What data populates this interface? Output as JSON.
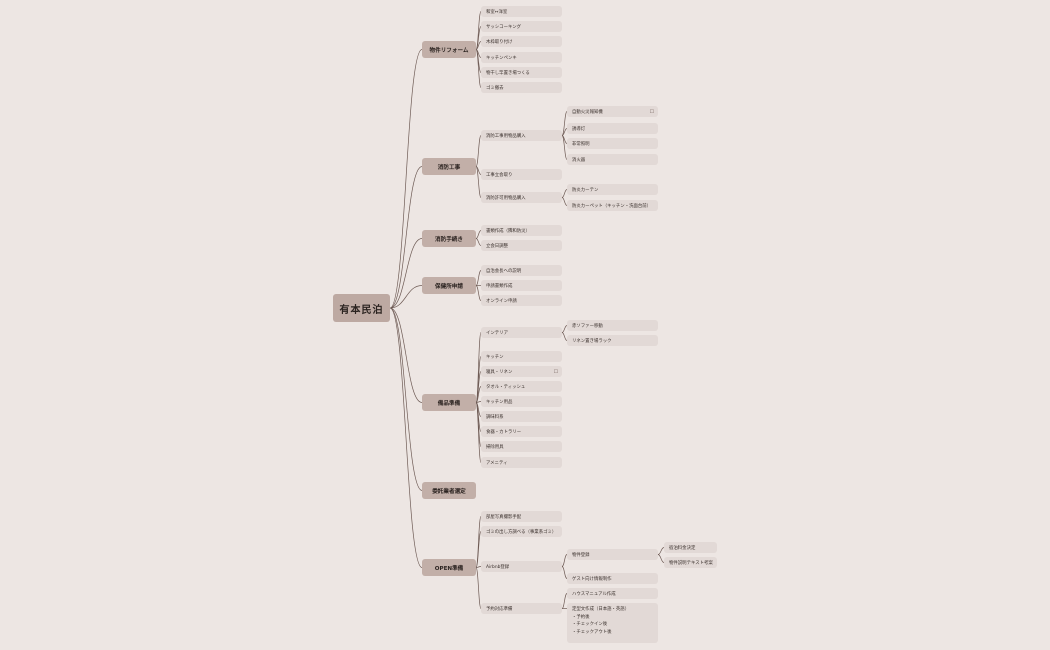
{
  "root": "有本民泊",
  "categories": [
    {
      "id": "c1",
      "label": "物件リフォーム"
    },
    {
      "id": "c2",
      "label": "消防工事"
    },
    {
      "id": "c3",
      "label": "消防手続き"
    },
    {
      "id": "c4",
      "label": "保健所申請"
    },
    {
      "id": "c5",
      "label": "備品準備"
    },
    {
      "id": "c6",
      "label": "委託業者選定"
    },
    {
      "id": "c7",
      "label": "OPEN準備"
    }
  ],
  "items": {
    "c1": [
      "和室↔洋室",
      "サッシコーキング",
      "木枠取り付け",
      "キッチンペンキ",
      "物干し竿置き場つくる",
      "ゴミ撤去"
    ],
    "c2": [
      "消防工事用物品購入",
      "工事立会取り",
      "消防許可用物品購入"
    ],
    "c2a": [
      "自動火災報知機",
      "誘導灯",
      "非常照明",
      "消火器"
    ],
    "c2b": [
      "防炎カーテン",
      "防炎カーペット（キッチン・洗面台前）"
    ],
    "c3": [
      "書類作成（隣和防災）",
      "立会日調整"
    ],
    "c4": [
      "自治会長への説明",
      "申請書類作成",
      "オンライン申請"
    ],
    "c5": [
      "インテリア",
      "キッチン",
      "寝具・リネン",
      "タオル・ティッシュ",
      "キッチン用品",
      "調味料系",
      "食器・カトラリー",
      "掃除用具",
      "アメニティ"
    ],
    "c5a": [
      "赤ソファー移動",
      "リネン置き場ラック"
    ],
    "c7": [
      "部屋写真撮影手配",
      "ゴミの出し方調べる（事業系ゴミ）",
      "Airbnb登録",
      "予約対応準備"
    ],
    "c7a": [
      "物件登録",
      "ゲスト向け情報制作"
    ],
    "c7a1": [
      "宿泊料金決定",
      "物件説明テキスト考案"
    ],
    "c7b": [
      "ハウスマニュアル作成"
    ],
    "c7b2": [
      "定型文作成（日本語・英語）",
      "・予約後",
      "・チェックイン後",
      "・チェックアウト後"
    ]
  },
  "note_icon": "note-icon",
  "colors": {
    "background": "#ede6e3",
    "root": "#bda9a2",
    "category": "#c2afa8",
    "item": "#e2d9d6",
    "line": "#6e5b55"
  }
}
